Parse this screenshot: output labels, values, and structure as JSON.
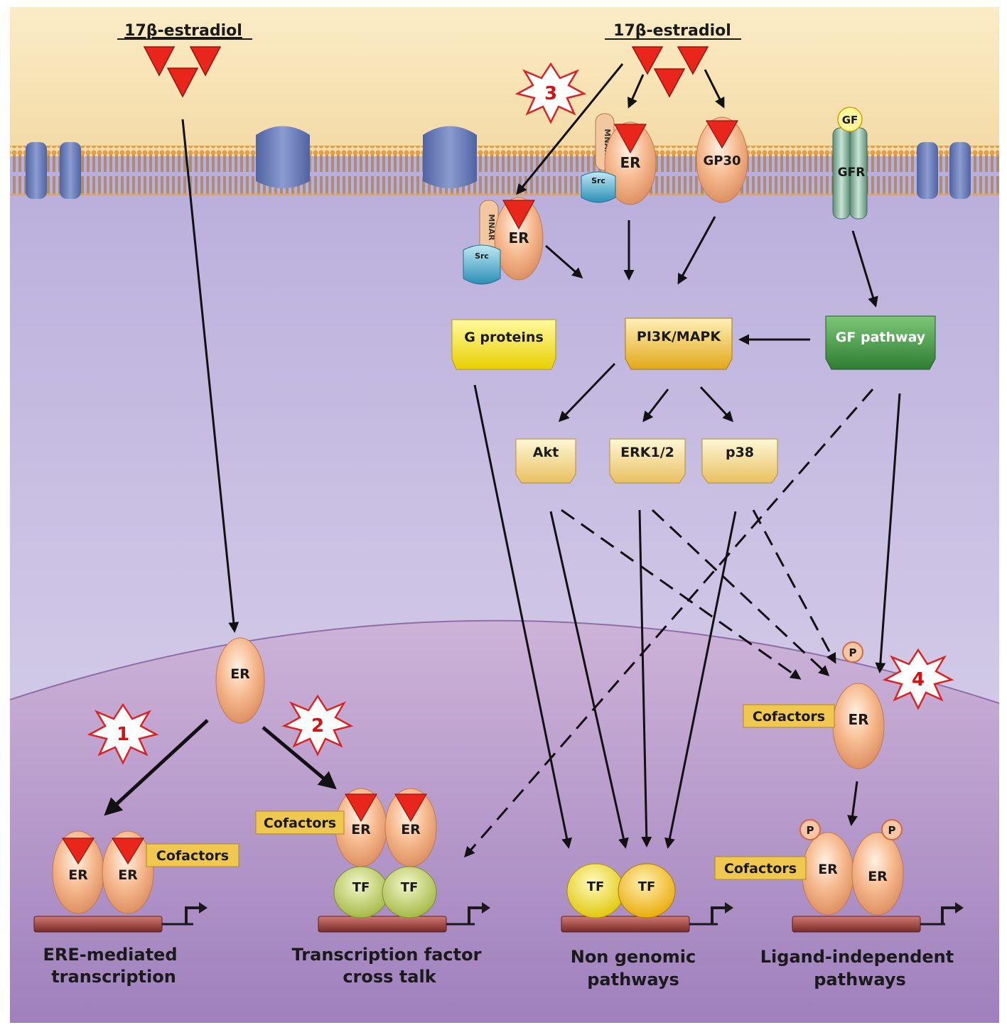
{
  "ligand": {
    "left_label": "17β-estradiol",
    "right_label": "17β-estradiol"
  },
  "receptors": {
    "er": "ER",
    "mnar": "MNAR",
    "src": "Src",
    "gp30": "GP30",
    "gf": "GF",
    "gfr": "GFR",
    "tf": "TF",
    "phospho": "P",
    "cofactors": "Cofactors"
  },
  "signaling": {
    "g_proteins": "G proteins",
    "pi3k_mapk": "PI3K/MAPK",
    "gf_pathway": "GF pathway",
    "akt": "Akt",
    "erk": "ERK1/2",
    "p38": "p38"
  },
  "markers": {
    "m1": "1",
    "m2": "2",
    "m3": "3",
    "m4": "4"
  },
  "captions": {
    "c1_line1": "ERE-mediated",
    "c1_line2": "transcription",
    "c2_line1": "Transcription factor",
    "c2_line2": "cross talk",
    "c3_line1": "Non genomic",
    "c3_line2": "pathways",
    "c4_line1": "Ligand-independent",
    "c4_line2": "pathways"
  },
  "colors": {
    "extracellular": "#f6e2b0",
    "cytoplasm": "#c7bde0",
    "nucleus": "#b49ac8",
    "ligand": "#e8261c",
    "er_body": "#f2b48a",
    "gprotein_box": "#f4e020",
    "pi3k_box": "#f0c040",
    "gf_box": "#3f9a44",
    "kinase_box": "#f2d878",
    "label_box": "#f0c850"
  }
}
